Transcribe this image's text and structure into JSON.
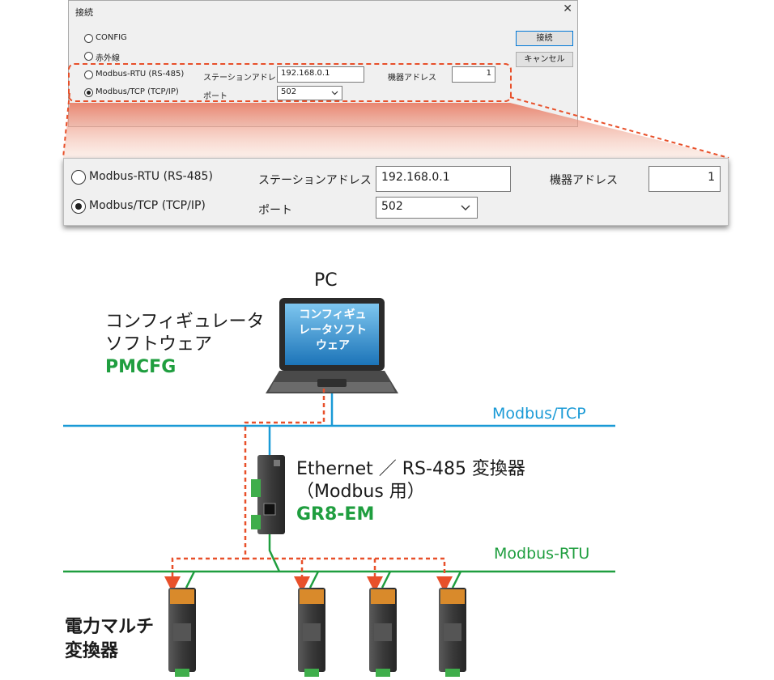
{
  "dialog": {
    "title": "接続",
    "close_glyph": "✕",
    "options": [
      "CONFIG",
      "赤外線",
      "Modbus-RTU (RS-485)",
      "Modbus/TCP (TCP/IP)"
    ],
    "selected_option": "Modbus/TCP (TCP/IP)",
    "station_address_label": "ステーションアドレス",
    "station_address_value": "192.168.0.1",
    "device_address_label": "機器アドレス",
    "device_address_value": "1",
    "port_label": "ポート",
    "port_value": "502",
    "connect_button": "接続",
    "cancel_button": "キャンセル"
  },
  "diagram": {
    "pc_label": "PC",
    "laptop_screen_text": [
      "コンフィギュ",
      "レータソフト",
      "ウェア"
    ],
    "software_label_lines": [
      "コンフィギュレータ",
      "ソフトウェア"
    ],
    "software_name": "PMCFG",
    "network_tcp": "Modbus/TCP",
    "converter_lines": [
      "Ethernet ／ RS-485 変換器",
      "（Modbus 用）"
    ],
    "converter_name": "GR8-EM",
    "network_rtu": "Modbus-RTU",
    "meter_label_lines": [
      "電力マルチ",
      "変換器"
    ],
    "colors": {
      "tcp_line": "#1a9ad6",
      "rtu_line": "#1f9e3f",
      "dashed_path": "#e8502a",
      "product_name": "#1f9e3f"
    }
  }
}
